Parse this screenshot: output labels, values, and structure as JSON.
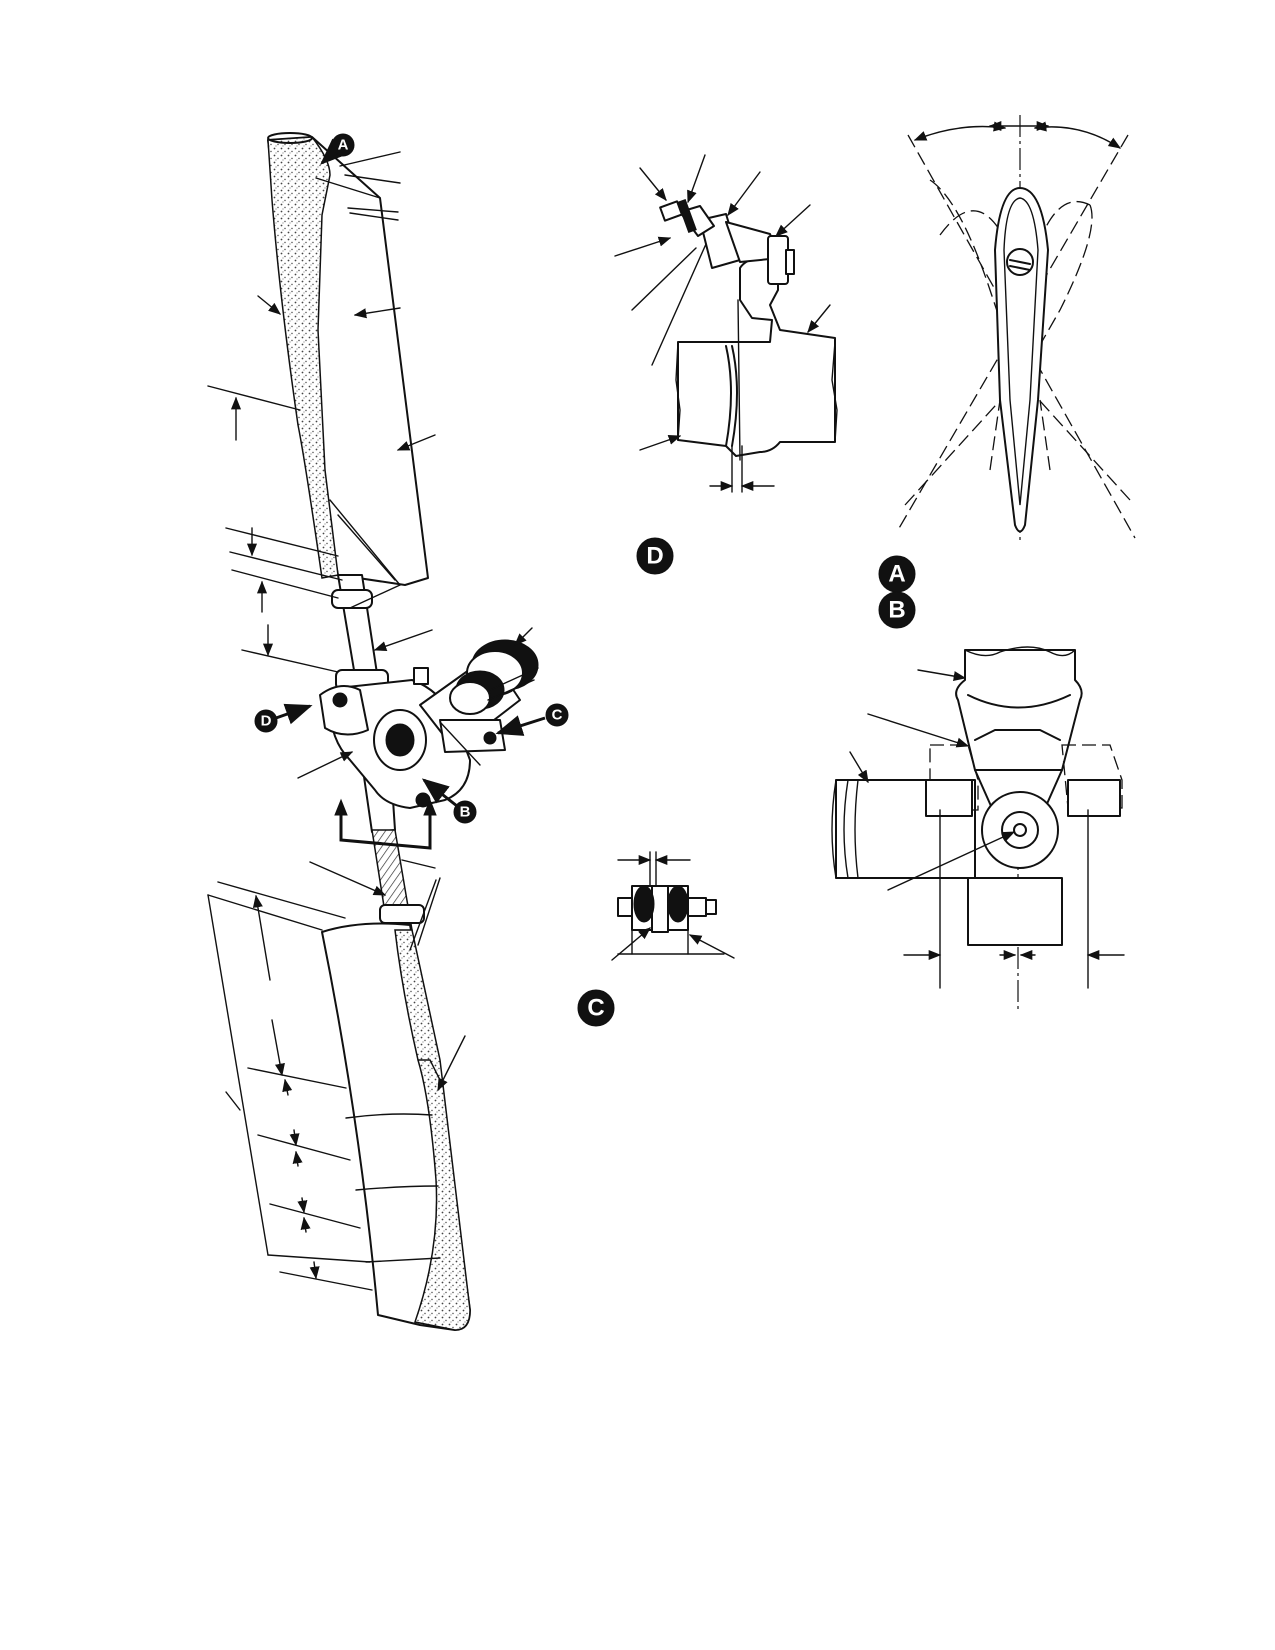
{
  "callouts": {
    "a_main": "A",
    "d_main": "D",
    "c_main": "C",
    "b_main": "B",
    "d_detail": "D",
    "a_detail": "A",
    "b_detail": "B",
    "c_detail": "C"
  },
  "colors": {
    "ink": "#111111",
    "paper": "#ffffff",
    "stipple": "#555555"
  }
}
